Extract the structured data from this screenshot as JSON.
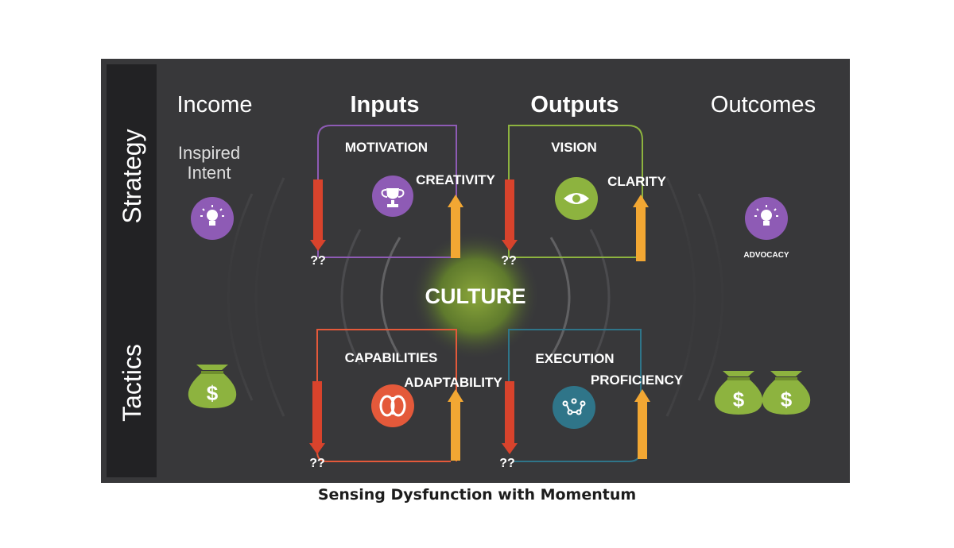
{
  "caption": "Sensing Dysfunction with Momentum",
  "rows": {
    "strategy": "Strategy",
    "tactics": "Tactics"
  },
  "columns": {
    "income": "Income",
    "inputs": "Inputs",
    "outputs": "Outputs",
    "outcomes": "Outcomes"
  },
  "income": {
    "strategy_text_line1": "Inspired",
    "strategy_text_line2": "Intent"
  },
  "center": {
    "label": "CULTURE"
  },
  "quadrants": {
    "motivation": {
      "title": "MOTIVATION",
      "driver": "CREATIVITY",
      "unknown": "??",
      "icon": "trophy-icon"
    },
    "vision": {
      "title": "VISION",
      "driver": "CLARITY",
      "unknown": "??",
      "icon": "eye-icon"
    },
    "capabilities": {
      "title": "CAPABILITIES",
      "driver": "ADAPTABILITY",
      "unknown": "??",
      "icon": "brain-icon"
    },
    "execution": {
      "title": "EXECUTION",
      "driver": "PROFICIENCY",
      "unknown": "??",
      "icon": "network-icon"
    }
  },
  "outcomes": {
    "strategy_label": "ADVOCACY"
  },
  "colors": {
    "background": "#38383a",
    "sidebar": "#222224",
    "purple": "#8e5bb5",
    "green": "#8db33f",
    "orange": "#e4593a",
    "teal": "#2f7589",
    "down_arrow": "#d8432c",
    "up_arrow": "#f2a733"
  }
}
